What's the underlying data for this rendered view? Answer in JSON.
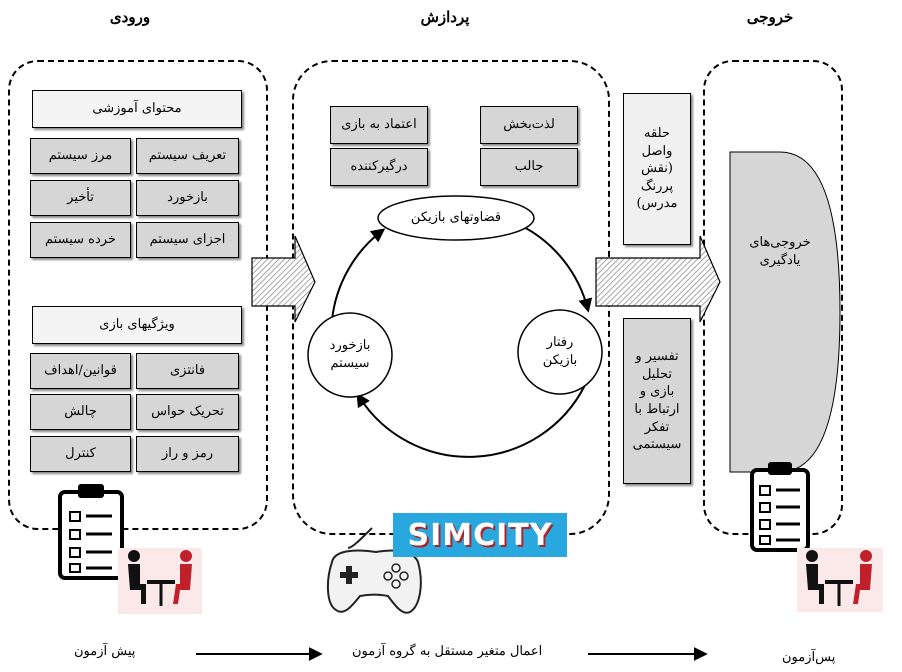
{
  "headers": {
    "input": "ورودی",
    "process": "پردازش",
    "output": "خروجی"
  },
  "input": {
    "content_header": "محتوای آموزشی",
    "content_items": [
      "تعریف سیستم",
      "مرز سیستم",
      "بازخورد",
      "تأخیر",
      "اجزای سیستم",
      "خرده سیستم"
    ],
    "game_header": "ویژگیهای بازی",
    "game_items": [
      "فانتزی",
      "قوانین/اهداف",
      "تحریک حواس",
      "چالش",
      "رمز و راز",
      "کنترل"
    ]
  },
  "process": {
    "features": [
      "لذت‌بخش",
      "اعتماد به بازی",
      "جالب",
      "درگیرکننده"
    ],
    "cycle": {
      "judgments": "قضاوتهای بازیکن",
      "behavior": "رفتار بازیکن",
      "feedback": "بازخورد سیستم"
    },
    "logo": "SIMCITY"
  },
  "bridge": {
    "top": "حلقه واصل (نقش پررنگ مدرس)",
    "bottom": "تفسیر و تحلیل بازی و ارتباط با تفکر سیستمی"
  },
  "output": {
    "learning": "خروجی‌های یادگیری"
  },
  "bottom_labels": {
    "pretest": "پیش آزمون",
    "treatment": "اعمال متغیر مستقل به گروه آزمون",
    "posttest": "پس‌آزمون"
  },
  "colors": {
    "box_gray": "#d6d6d6",
    "logo_blue": "#29a8df",
    "person_red": "#c0202a"
  },
  "icons": [
    "clipboard-checklist-icon",
    "interview-people-icon",
    "game-controller-icon",
    "hatched-arrow-icon"
  ]
}
